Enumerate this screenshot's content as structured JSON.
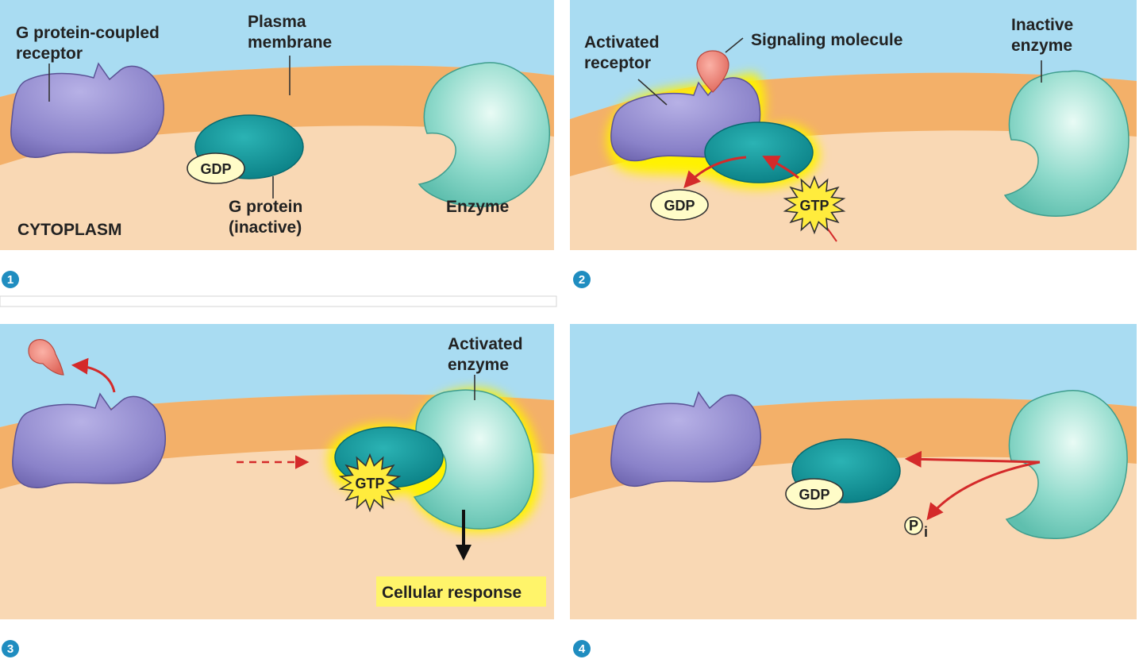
{
  "colors": {
    "extracellular": "#a9dcf2",
    "membrane": "#f3b069",
    "cytoplasm": "#f9d8b4",
    "receptor": "#8a82c9",
    "g_protein": "#119a9e",
    "enzyme": "#8fdacb",
    "signal_molecule": "#ef7f72",
    "gtp_burst": "#ffec3d",
    "gdp_pill": "#fffcc8",
    "arrow": "#d42a2a",
    "step_badge": "#1f8dc0",
    "glow": "#fff200"
  },
  "panels": [
    {
      "step": "1",
      "labels": {
        "receptor": [
          "G protein-coupled",
          "receptor"
        ],
        "membrane": [
          "Plasma",
          "membrane"
        ],
        "enzyme": "Enzyme",
        "g_protein": [
          "G protein",
          "(inactive)"
        ],
        "cytoplasm": "CYTOPLASM",
        "gdp": "GDP"
      }
    },
    {
      "step": "2",
      "labels": {
        "receptor": [
          "Activated",
          "receptor"
        ],
        "signal": "Signaling molecule",
        "enzyme": [
          "Inactive",
          "enzyme"
        ],
        "gdp": "GDP",
        "gtp": "GTP"
      }
    },
    {
      "step": "3",
      "labels": {
        "enzyme": [
          "Activated",
          "enzyme"
        ],
        "gtp": "GTP",
        "response": "Cellular response"
      }
    },
    {
      "step": "4",
      "labels": {
        "gdp": "GDP",
        "phosphate": "P",
        "phosphate_sub": "i"
      }
    }
  ]
}
